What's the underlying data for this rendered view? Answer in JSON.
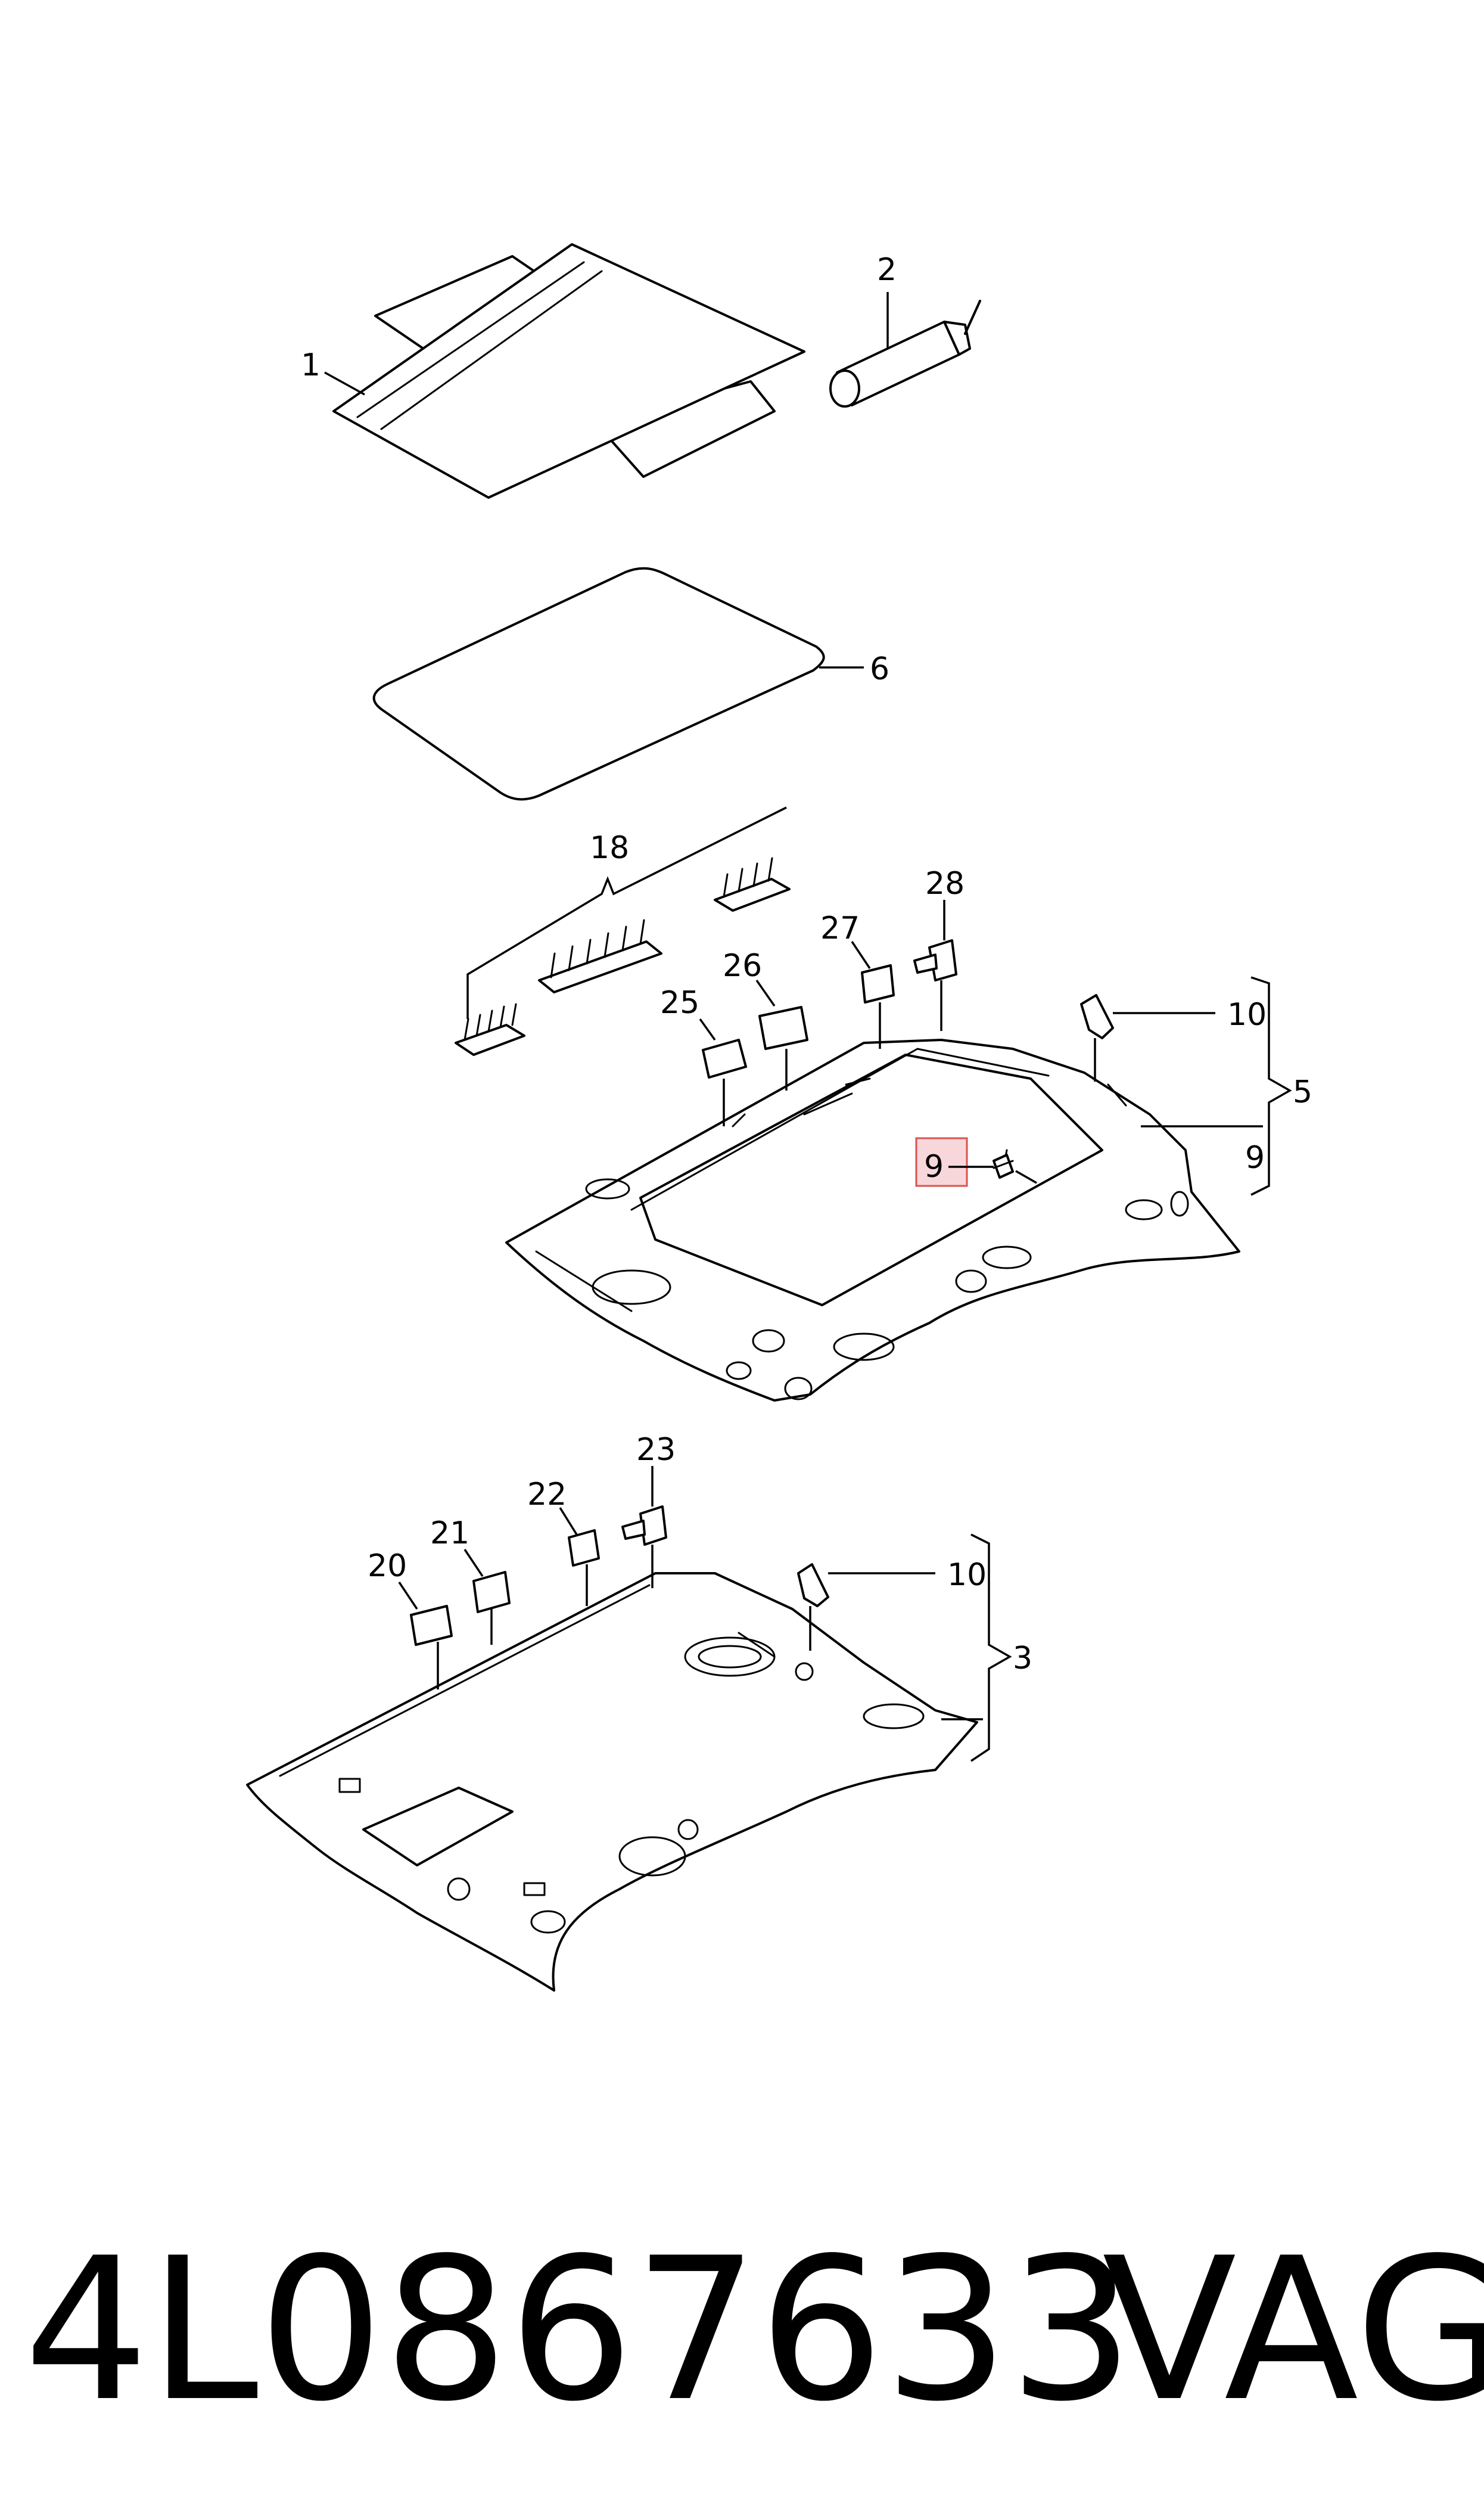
{
  "callouts": {
    "c1": "1",
    "c2": "2",
    "c3": "3",
    "c5": "5",
    "c6": "6",
    "c9a": "9",
    "c9b": "9",
    "c10a": "10",
    "c10b": "10",
    "c18": "18",
    "c20": "20",
    "c21": "21",
    "c22": "22",
    "c23": "23",
    "c25": "25",
    "c26": "26",
    "c27": "27",
    "c28": "28"
  },
  "highlight_color": "#f8d7da",
  "highlight_border": "#d9534f",
  "footer": {
    "part_number": "4L0867633",
    "brand": "VAG"
  }
}
